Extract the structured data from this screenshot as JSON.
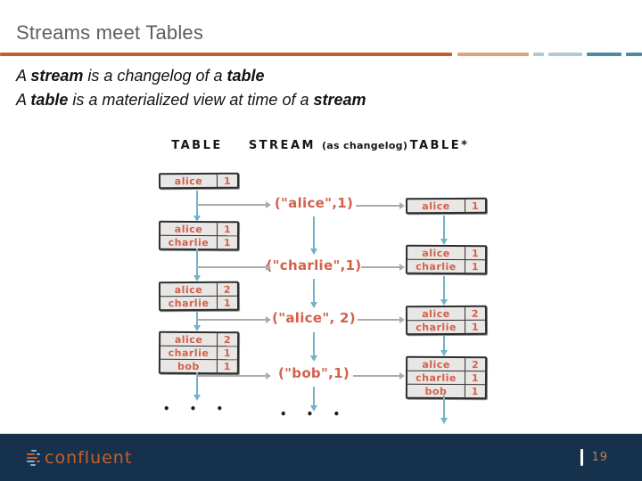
{
  "palette": {
    "accent_orange": "#C4602F",
    "divider_tan": "#DBA377",
    "divider_light_blue": "#AFC9D8",
    "divider_teal": "#4A8BA1",
    "hand_orange": "#D4604A",
    "arrow_blue": "#74B2C6",
    "connector_gray": "#ABABAB",
    "table_fill": "#E8E7E5",
    "table_border": "#2E2E2E",
    "footer_navy": "#16314C",
    "title_gray": "#5E5E5E",
    "page_number_tan": "#BD804E",
    "logo_blue": "#7FB3D4"
  },
  "header": {
    "title": "Streams meet Tables"
  },
  "bullets": {
    "line1": {
      "pre": "A ",
      "bold1": "stream",
      "mid": " is a changelog of a ",
      "bold2": "table"
    },
    "line2": {
      "pre": "A ",
      "bold1": "table",
      "mid": " is a materialized view at time of a ",
      "bold2": "stream"
    }
  },
  "diagram": {
    "headers": {
      "left": "TABLE",
      "middle": "STREAM",
      "middle_note": "(as changelog)",
      "right": "TABLE*"
    },
    "left_tables": [
      {
        "rows": [
          {
            "key": "alice",
            "value": "1"
          }
        ]
      },
      {
        "rows": [
          {
            "key": "alice",
            "value": "1"
          },
          {
            "key": "charlie",
            "value": "1"
          }
        ]
      },
      {
        "rows": [
          {
            "key": "alice",
            "value": "2"
          },
          {
            "key": "charlie",
            "value": "1"
          }
        ]
      },
      {
        "rows": [
          {
            "key": "alice",
            "value": "2"
          },
          {
            "key": "charlie",
            "value": "1"
          },
          {
            "key": "bob",
            "value": "1"
          }
        ]
      }
    ],
    "stream_records": [
      "(\"alice\",1)",
      "(\"charlie\",1)",
      "(\"alice\", 2)",
      "(\"bob\",1)"
    ],
    "right_tables": [
      {
        "rows": [
          {
            "key": "alice",
            "value": "1"
          }
        ]
      },
      {
        "rows": [
          {
            "key": "alice",
            "value": "1"
          },
          {
            "key": "charlie",
            "value": "1"
          }
        ]
      },
      {
        "rows": [
          {
            "key": "alice",
            "value": "2"
          },
          {
            "key": "charlie",
            "value": "1"
          }
        ]
      },
      {
        "rows": [
          {
            "key": "alice",
            "value": "2"
          },
          {
            "key": "charlie",
            "value": "1"
          },
          {
            "key": "bob",
            "value": "1"
          }
        ]
      }
    ],
    "ellipsis": "• • •"
  },
  "footer": {
    "brand": "confluent",
    "separator": "|",
    "page": "19"
  }
}
